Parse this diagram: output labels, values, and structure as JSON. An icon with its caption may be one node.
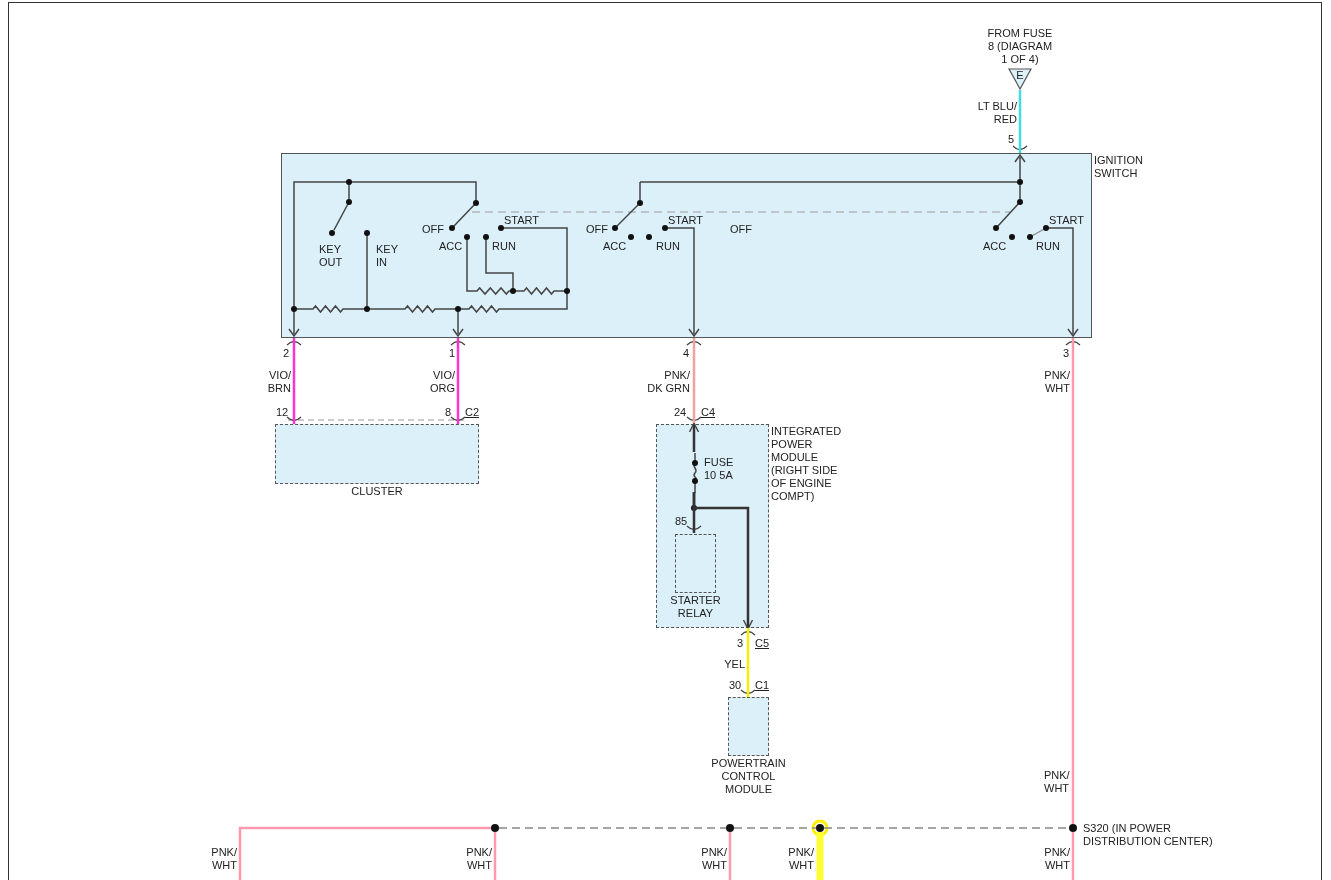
{
  "diagram": {
    "nodes": [
      {
        "text": [
          "E"
        ],
        "beside": [
          "FROM FUSE 8 (DIAGRAM 1 OF 4)"
        ]
      },
      {
        "text": [
          "IGNITION SWITCH"
        ]
      },
      {
        "text": [
          "CLUSTER"
        ]
      },
      {
        "text": [
          "INTEGRATED POWER MODULE (RIGHT SIDE OF ENGINE COMPT)"
        ]
      },
      {
        "text": [
          "FUSE 10 5A"
        ],
        "in": 3
      },
      {
        "text": [
          "STARTER RELAY"
        ],
        "in": 3
      },
      {
        "text": [
          "POWERTRAIN CONTROL MODULE"
        ]
      },
      {
        "text": [],
        "shape": "circle"
      },
      {
        "text": [],
        "shape": "circle"
      },
      {
        "text": [],
        "shape": "circle"
      },
      {
        "text": [],
        "shape": "circle",
        "beside": [
          "S320 (IN POWER DISTRIBUTION CENTER)"
        ]
      }
    ],
    "edges": [
      {
        "from": 0,
        "to": 1,
        "arrow": "none",
        "label": "LT BLU/ RED",
        "color": "#40dede"
      },
      {
        "from": 1,
        "to": 2,
        "arrow": "none",
        "label": "VIO/ BRN",
        "color": "#ff33cc"
      },
      {
        "from": 1,
        "to": 2,
        "arrow": "none",
        "label": "VIO/ ORG",
        "color": "#ff33cc"
      },
      {
        "from": 1,
        "to": 3,
        "arrow": "none",
        "label": "PNK/ DK GRN",
        "color": "#f2a0a0"
      },
      {
        "from": 4,
        "to": 3,
        "arrow": "to",
        "color": "#333333"
      },
      {
        "from": 4,
        "to": 5,
        "arrow": "none",
        "color": "#333333"
      },
      {
        "from": 4,
        "to": 3,
        "arrow": "to",
        "color": "#333333"
      },
      {
        "from": 3,
        "to": 6,
        "arrow": "none",
        "label": "YEL",
        "color": "#f2f200"
      },
      {
        "from": 1,
        "to": 10,
        "arrow": "none",
        "label": "PNK/ WHT",
        "color": "#ff9aae"
      },
      {
        "from": 7,
        "to": 8,
        "arrow": "none",
        "style": "dashed",
        "color": "#888888"
      },
      {
        "from": 8,
        "to": 9,
        "arrow": "none",
        "style": "dashed",
        "color": "#888888"
      },
      {
        "from": 9,
        "to": 10,
        "arrow": "none",
        "style": "dashed",
        "color": "#888888"
      },
      {
        "from": 7,
        "to": null,
        "arrow": "none",
        "label": "PNK/ WHT",
        "color": "#ff9aae"
      },
      {
        "from": 7,
        "to": null,
        "arrow": "none",
        "label": "PNK/ WHT",
        "color": "#ff9aae"
      },
      {
        "from": 8,
        "to": null,
        "arrow": "none",
        "label": "PNK/ WHT",
        "color": "#ff9aae"
      },
      {
        "from": 9,
        "to": null,
        "arrow": "none",
        "label": "PNK/ WHT",
        "style": "thick",
        "color": "#ffff33"
      },
      {
        "from": 10,
        "to": null,
        "arrow": "none",
        "label": "PNK/ WHT",
        "color": "#ff9aae"
      }
    ],
    "labels": [
      "5",
      "KEY OUT",
      "KEY IN",
      "OFF",
      "ACC",
      "START",
      "RUN",
      "OFF",
      "ACC",
      "START",
      "RUN",
      "OFF",
      "ACC",
      "START",
      "RUN",
      "2",
      "1",
      "4",
      "3",
      "12",
      "8",
      "C2",
      "24",
      "C4",
      "85",
      "3",
      "C5",
      "30",
      "C1",
      "PNK/ WHT"
    ]
  }
}
